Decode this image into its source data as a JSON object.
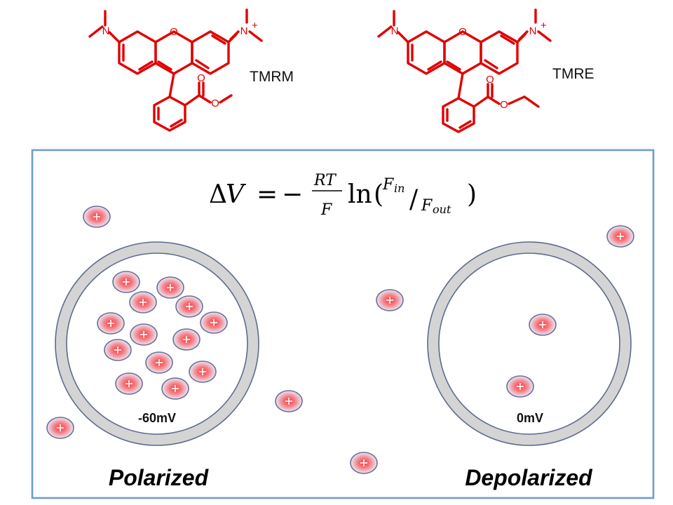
{
  "molecules": [
    {
      "name": "TMRM",
      "ester": "methyl"
    },
    {
      "name": "TMRE",
      "ester": "ethyl"
    }
  ],
  "atoms": {
    "oxygen": "O",
    "nitrogen": "N",
    "nitrogen_cation": "N",
    "charge": "+"
  },
  "equation": {
    "delta": "Δ",
    "V": "V",
    "equals": "=",
    "minus": "−",
    "numerator": "RT",
    "denominator": "F",
    "ln": "ln",
    "open_paren": "(",
    "close_paren": ")",
    "slash": "/",
    "F_in_base": "F",
    "F_in_sub": "in",
    "F_out_base": "F",
    "F_out_sub": "out"
  },
  "cells": [
    {
      "state": "Polarized",
      "voltage": "-60mV",
      "inner_ions": 13
    },
    {
      "state": "Depolarized",
      "voltage": "0mV",
      "inner_ions": 2
    }
  ],
  "outer_ions": 6,
  "ion_symbol": "+",
  "colors": {
    "dye": "#e00000",
    "panel_border": "#6e9ccf",
    "membrane": "#d4d4d4",
    "membrane_edge": "#5b6b8c",
    "ion_center": "#ff5a5a"
  }
}
